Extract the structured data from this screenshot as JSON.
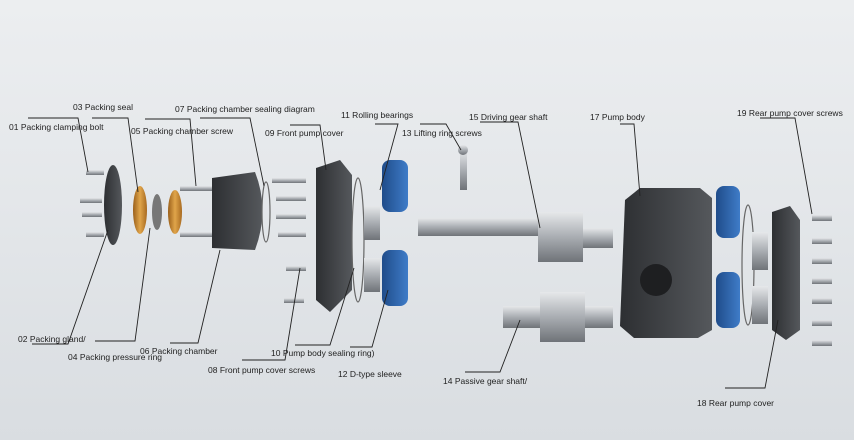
{
  "labels": {
    "l01": "01 Packing clamping bolt",
    "l02": "02 Packing gland/",
    "l03": "03 Packing seal",
    "l04": "04 Packing pressure ring",
    "l05": "05 Packing chamber screw",
    "l06": "06 Packing chamber",
    "l07": "07 Packing chamber sealing diagram",
    "l08": "08 Front pump cover screws",
    "l09": "09 Front pump cover",
    "l10": "10 Pump body sealing ring)",
    "l11": "11 Rolling bearings",
    "l12": "12 D-type sleeve",
    "l13": "13 Lifting ring screws",
    "l14": "14 Passive gear shaft/",
    "l15": "15 Driving gear shaft",
    "l17": "17 Pump body",
    "l18": "18 Rear pump cover",
    "l19": "19 Rear pump cover screws"
  },
  "colors": {
    "metal_dark": "#3a3c3f",
    "bearing_blue": "#2f63a8",
    "seal_copper": "#c98a2e",
    "steel": "#b9bcc0"
  }
}
